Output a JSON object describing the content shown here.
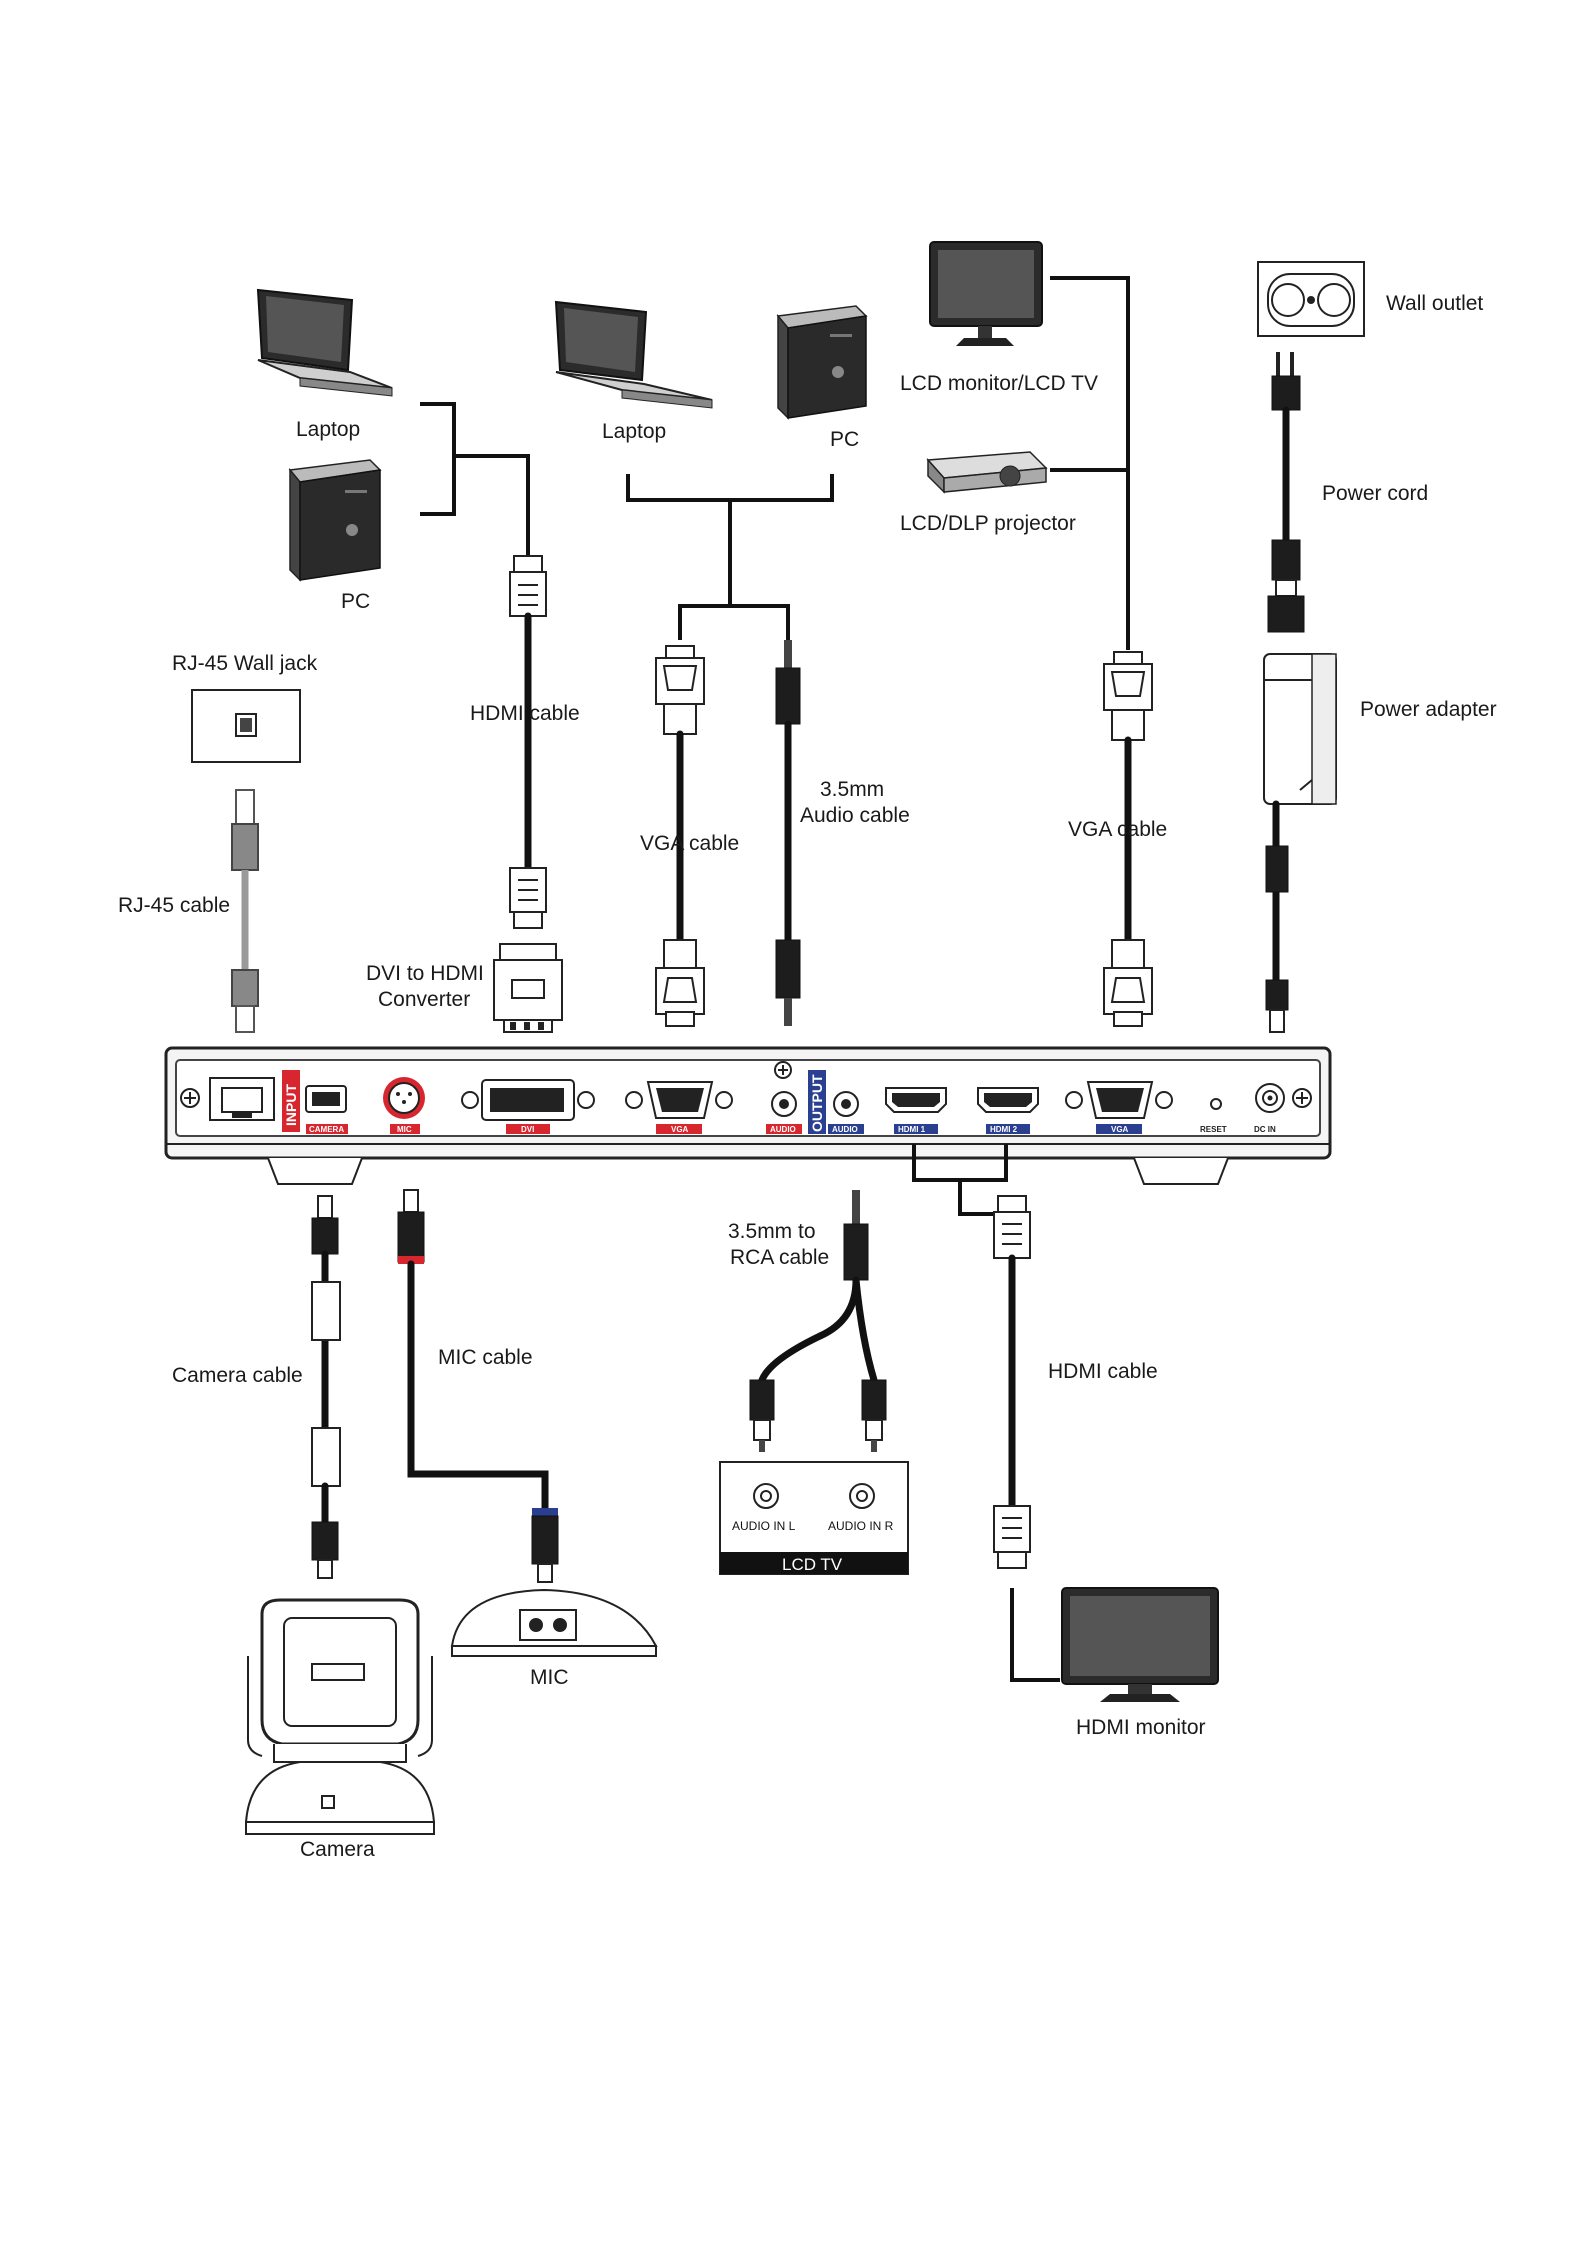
{
  "labels": {
    "laptop_left": "Laptop",
    "pc_left": "PC",
    "laptop_mid": "Laptop",
    "pc_mid": "PC",
    "lcd_monitor": "LCD monitor/LCD TV",
    "projector": "LCD/DLP projector",
    "wall_outlet": "Wall outlet",
    "power_cord": "Power cord",
    "power_adapter": "Power adapter",
    "rj45_wall_jack": "RJ-45 Wall jack",
    "rj45_cable": "RJ-45 cable",
    "hdmi_cable_top": "HDMI  cable",
    "dvi_hdmi_line1": "DVI to HDMI",
    "dvi_hdmi_line2": "Converter",
    "vga_cable_mid": "VGA cable",
    "audio_cable_line1": "3.5mm",
    "audio_cable_line2": "Audio cable",
    "vga_cable_right": "VGA cable",
    "rca_line1": "3.5mm to",
    "rca_line2": "RCA cable",
    "camera_cable": "Camera cable",
    "mic_cable": "MIC cable",
    "hdmi_cable_bottom": "HDMI cable",
    "audio_in_l": "AUDIO IN L",
    "audio_in_r": "AUDIO IN R",
    "lcd_tv": "LCD TV",
    "mic": "MIC",
    "camera": "Camera",
    "hdmi_monitor": "HDMI monitor"
  },
  "device_panel": {
    "input_label": "INPUT",
    "output_label": "OUTPUT",
    "ports": {
      "camera": "CAMERA",
      "mic": "MIC",
      "dvi": "DVI",
      "vga_in": "VGA",
      "audio_in": "AUDIO",
      "audio_out": "AUDIO",
      "hdmi1": "HDMI 1",
      "hdmi2": "HDMI 2",
      "vga_out": "VGA",
      "reset": "RESET",
      "dc_in": "DC IN"
    }
  },
  "colors": {
    "input_red": "#d7262e",
    "output_blue": "#2b3f91",
    "cable_black": "#111111",
    "rj45_gray": "#9a9a9a"
  }
}
